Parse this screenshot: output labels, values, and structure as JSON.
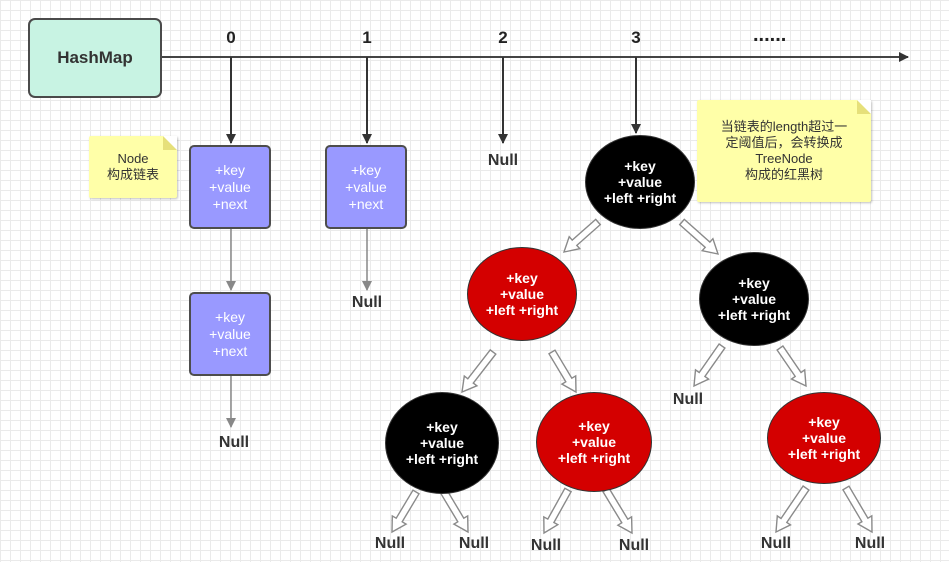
{
  "hashmap": {
    "label": "HashMap"
  },
  "indices": [
    "0",
    "1",
    "2",
    "3"
  ],
  "ellipsis": "......",
  "node_fields": [
    "+key",
    "+value",
    "+next"
  ],
  "tree_fields": [
    "+key",
    "+value",
    "+left +right"
  ],
  "null_text": "Null",
  "note_node": {
    "lines": [
      "Node",
      "构成链表"
    ]
  },
  "note_tree": {
    "lines": [
      "当链表的length超过一",
      "定阈值后，会转换成",
      "TreeNode",
      "构成的红黑树"
    ]
  },
  "colors": {
    "hashmap_fill": "#c8f3e3",
    "node_fill": "#9999ff",
    "tree_black": "#000000",
    "tree_red": "#d40000",
    "note_fill": "#ffffa8",
    "arrow": "#444444"
  }
}
